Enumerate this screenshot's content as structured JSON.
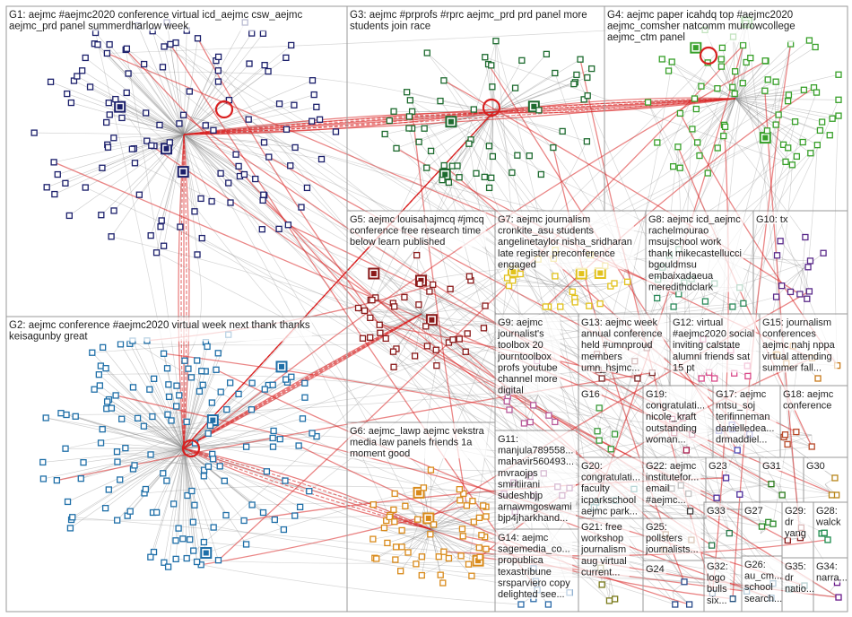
{
  "groups": [
    {
      "id": "G1",
      "lines": [
        "G1: aejmc #aejmc2020 conference virtual icd_aejmc csw_aejmc",
        "aejmc_prd panel summerdharlow week"
      ],
      "color": "#1b1f6b",
      "nodes": 120
    },
    {
      "id": "G2",
      "lines": [
        "G2: aejmc conference #aejmc2020 virtual week next thank thanks",
        "keisagunby great"
      ],
      "color": "#1f6fa8",
      "nodes": 150
    },
    {
      "id": "G3",
      "lines": [
        "G3: aejmc #prprofs #rprc aejmc_prd prd panel more",
        "students join race"
      ],
      "color": "#1d6b2f",
      "nodes": 60
    },
    {
      "id": "G4",
      "lines": [
        "G4: aejmc paper icahdq top #aejmc2020",
        "aejmc_comsher natcomm murrowcollege",
        "aejmc_ctm panel"
      ],
      "color": "#38a02a",
      "nodes": 70
    },
    {
      "id": "G5",
      "lines": [
        "G5: aejmc louisahajmcq #jmcq",
        "conference free research time",
        "below learn published"
      ],
      "color": "#8a1a1a",
      "nodes": 40
    },
    {
      "id": "G6",
      "lines": [
        "G6: aejmc_lawp aejmc vekstra",
        "media law panels friends 1a",
        "moment good"
      ],
      "color": "#d98a1a",
      "nodes": 55
    },
    {
      "id": "G7",
      "lines": [
        "G7: aejmc journalism",
        "cronkite_asu students",
        "angelinetaylor nisha_sridharan",
        "late register preconference",
        "engaged"
      ],
      "color": "#e2c21c",
      "nodes": 24
    },
    {
      "id": "G8",
      "lines": [
        "G8: aejmc icd_aejmc",
        "rachelmourao",
        "msujschool work",
        "thank mikecastellucci",
        "bgouldmsu",
        "embaixadaeua",
        "meredithdclark"
      ],
      "color": "#2a8a5a",
      "nodes": 14
    },
    {
      "id": "G9",
      "lines": [
        "G9: aejmc",
        "journalist's",
        "toolbox 20",
        "journtoolbox",
        "profs youtube",
        "channel more",
        "digital"
      ],
      "color": "#b85a9a",
      "nodes": 10
    },
    {
      "id": "G10",
      "lines": [
        "G10: tx"
      ],
      "color": "#5a2a8a",
      "nodes": 12
    },
    {
      "id": "G11",
      "lines": [
        "G11:",
        "manjula789558...",
        "mahavir560493...",
        "mvraojps",
        "smritiirani",
        "sudeshbjp",
        "arnawmgoswami",
        "bjp4jharkhand..."
      ],
      "color": "#7a1a6a",
      "nodes": 9
    },
    {
      "id": "G12",
      "lines": [
        "G12: virtual",
        "#aejmc2020 social",
        "inviting calstate",
        "alumni friends sat",
        "15 pt"
      ],
      "color": "#d94a8a",
      "nodes": 8
    },
    {
      "id": "G13",
      "lines": [
        "G13: aejmc week",
        "annual conference",
        "held #umnproud",
        "members",
        "umn_hsjmc..."
      ],
      "color": "#7a2a2a",
      "nodes": 7
    },
    {
      "id": "G14",
      "lines": [
        "G14: aejmc",
        "sagemedia_co...",
        "propublica",
        "texastribune",
        "srsparviero copy",
        "delighted see..."
      ],
      "color": "#2a6aa8",
      "nodes": 7
    },
    {
      "id": "G15",
      "lines": [
        "G15: journalism",
        "conferences",
        "aejmc nahj nppa",
        "virtual attending",
        "summer fall..."
      ],
      "color": "#c87a1a",
      "nodes": 7
    },
    {
      "id": "G16",
      "lines": [
        "G16"
      ],
      "color": "#3a9a3a",
      "nodes": 5
    },
    {
      "id": "G17",
      "lines": [
        "G17: aejmc",
        "mtsu_soj",
        "terifinneman",
        "danielledea...",
        "drmaddiel..."
      ],
      "color": "#4a4ab8",
      "nodes": 5
    },
    {
      "id": "G18",
      "lines": [
        "G18: aejmc",
        "conference"
      ],
      "color": "#b84a2a",
      "nodes": 5
    },
    {
      "id": "G19",
      "lines": [
        "G19:",
        "congratulati...",
        "nicole_kraft",
        "outstanding",
        "woman..."
      ],
      "color": "#a81a4a",
      "nodes": 5
    },
    {
      "id": "G20",
      "lines": [
        "G20:",
        "congratulati...",
        "faculty",
        "icparkschool",
        "aejmc park..."
      ],
      "color": "#1a7a7a",
      "nodes": 4
    },
    {
      "id": "G21",
      "lines": [
        "G21: free",
        "workshop",
        "journalism",
        "aug virtual",
        "current..."
      ],
      "color": "#7a7a1a",
      "nodes": 4
    },
    {
      "id": "G22",
      "lines": [
        "G22: aejmc",
        "institutefor...",
        "email",
        "#aejmc..."
      ],
      "color": "#3a3a3a",
      "nodes": 4
    },
    {
      "id": "G23",
      "lines": [
        "G23"
      ],
      "color": "#4a2a9a",
      "nodes": 3
    },
    {
      "id": "G24",
      "lines": [
        "G24"
      ],
      "color": "#2a4a8a",
      "nodes": 3
    },
    {
      "id": "G25",
      "lines": [
        "G25:",
        "pollsters",
        "journalists..."
      ],
      "color": "#8a4a1a",
      "nodes": 3
    },
    {
      "id": "G26",
      "lines": [
        "G26:",
        "au_cm...",
        "school",
        "search..."
      ],
      "color": "#1a5a8a",
      "nodes": 3
    },
    {
      "id": "G27",
      "lines": [
        "G27"
      ],
      "color": "#2a8a2a",
      "nodes": 3
    },
    {
      "id": "G28",
      "lines": [
        "G28:",
        "walck"
      ],
      "color": "#1a8a4a",
      "nodes": 3
    },
    {
      "id": "G29",
      "lines": [
        "G29:",
        "dr",
        "yang"
      ],
      "color": "#8a1a1a",
      "nodes": 3
    },
    {
      "id": "G30",
      "lines": [
        "G30"
      ],
      "color": "#b8861a",
      "nodes": 3
    },
    {
      "id": "G31",
      "lines": [
        "G31"
      ],
      "color": "#2a7a1a",
      "nodes": 2
    },
    {
      "id": "G32",
      "lines": [
        "G32:",
        "logo",
        "bulls",
        "six..."
      ],
      "color": "#1a4a7a",
      "nodes": 2
    },
    {
      "id": "G33",
      "lines": [
        "G33"
      ],
      "color": "#2a7a4a",
      "nodes": 2
    },
    {
      "id": "G34",
      "lines": [
        "G34:",
        "narra..."
      ],
      "color": "#6a1a8a",
      "nodes": 2
    },
    {
      "id": "G35",
      "lines": [
        "G35:",
        "dr",
        "natio..."
      ],
      "color": "#1a6a6a",
      "nodes": 2
    }
  ],
  "edge_color": "#8a8a8a",
  "highlight_edge_color": "#d92020"
}
